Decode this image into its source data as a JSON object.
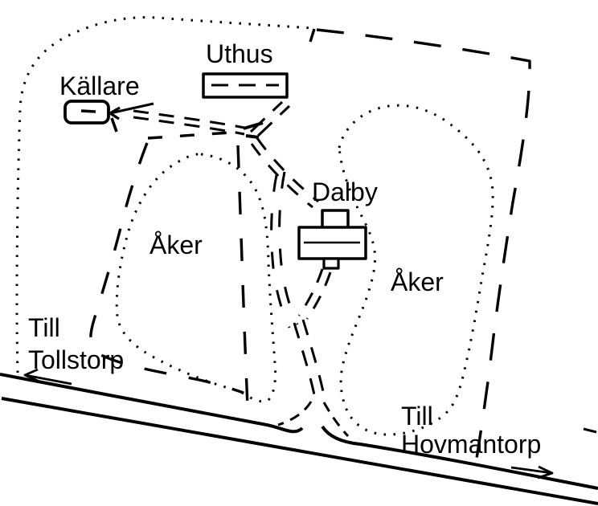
{
  "page": {
    "background": "#ffffff",
    "ink": "#000000"
  },
  "map": {
    "kind": "hand-drawn farmstead sketch map",
    "labels": {
      "uthus": "Uthus",
      "kallare": "Källare",
      "dalby": "Dalby",
      "aker_left": "Åker",
      "aker_right": "Åker",
      "tollstorp_line1": "Till",
      "tollstorp_line2": "Tollstorp",
      "hovmantorp_line1": "Till",
      "hovmantorp_line2": "Hovmantorp"
    }
  }
}
